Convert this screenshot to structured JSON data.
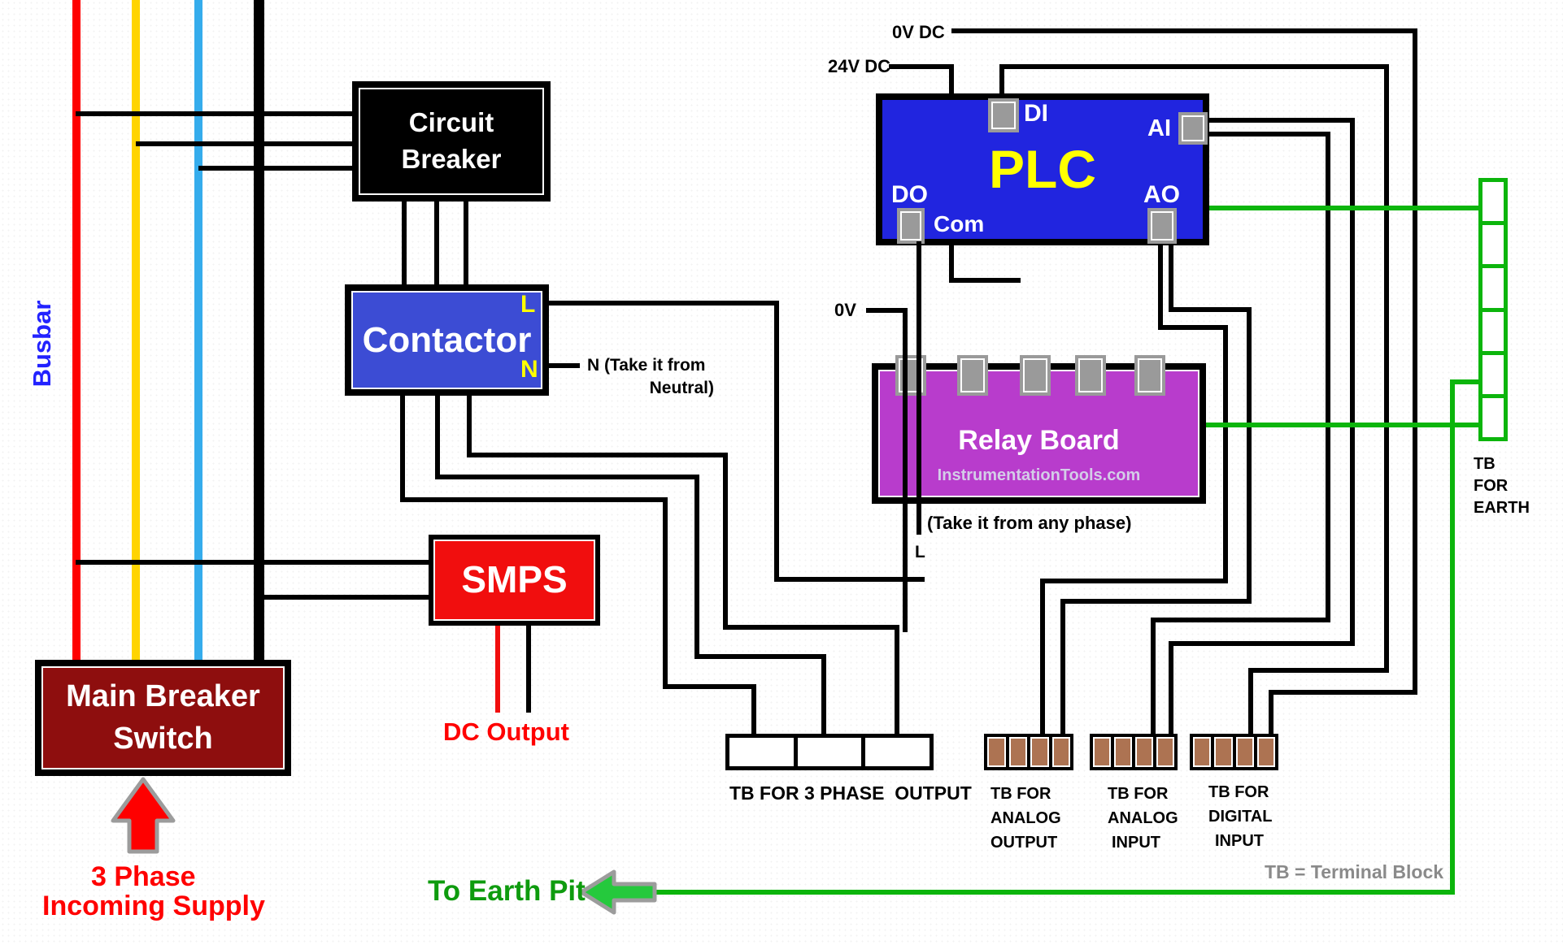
{
  "colors": {
    "busbar_red": "#fe0000",
    "busbar_yellow": "#ffd400",
    "busbar_blue": "#35acec",
    "busbar_black": "#000000",
    "wire_black": "#000000",
    "earth_green_line": "#0cb50c",
    "earth_green_text": "#0e9b0e",
    "earth_arrow_green": "#25c93d",
    "plc_blue": "#2125df",
    "contactor_blue": "#3c4cd4",
    "relay_purple": "#b83ccc",
    "main_breaker_maroon": "#8e0e0e",
    "smps_red": "#f10e0e",
    "brown_terminal_cell": "#ad7352",
    "port_gray": "#9a9a9a",
    "legend_gray": "#8a8a8a",
    "plc_label_yellow": "#ffff00",
    "supply_label_red": "#ff0000",
    "busbar_label_blue": "#2222ff"
  },
  "busbar": {
    "label": "Busbar"
  },
  "supply": {
    "line1": "3 Phase",
    "line2": "Incoming Supply"
  },
  "blocks": {
    "circuit_breaker": {
      "line1": "Circuit",
      "line2": "Breaker"
    },
    "contactor": {
      "label": "Contactor",
      "l": "L",
      "n": "N"
    },
    "main_breaker": {
      "line1": "Main Breaker",
      "line2": "Switch"
    },
    "smps": {
      "label": "SMPS"
    },
    "plc": {
      "label": "PLC",
      "di": "DI",
      "ai": "AI",
      "do": "DO",
      "ao": "AO",
      "com": "Com"
    },
    "relay": {
      "title": "Relay Board",
      "subtitle": "InstrumentationTools.com"
    }
  },
  "wire_labels": {
    "ov_dc": "0V DC",
    "v24_dc": "24V DC",
    "ov": "0V",
    "neutral_1": "N (Take it from",
    "neutral_2": "Neutral)",
    "any_phase": "(Take it from any phase)",
    "l": "L",
    "dc_output": "DC Output",
    "to_earth_pit": "To Earth Pit"
  },
  "terminal_blocks": {
    "three_phase": {
      "label": "TB FOR 3 PHASE  OUTPUT",
      "cells": 3
    },
    "analog_output": {
      "line1": "TB FOR",
      "line2": "ANALOG",
      "line3": "OUTPUT",
      "cells": 4
    },
    "analog_input": {
      "line1": "TB FOR",
      "line2": "ANALOG",
      "line3": "INPUT",
      "cells": 4
    },
    "digital_input": {
      "line1": "TB FOR",
      "line2": "DIGITAL",
      "line3": "INPUT",
      "cells": 4
    },
    "earth": {
      "line1": "TB",
      "line2": "FOR",
      "line3": "EARTH",
      "cells": 6
    },
    "legend": "TB = Terminal Block"
  }
}
